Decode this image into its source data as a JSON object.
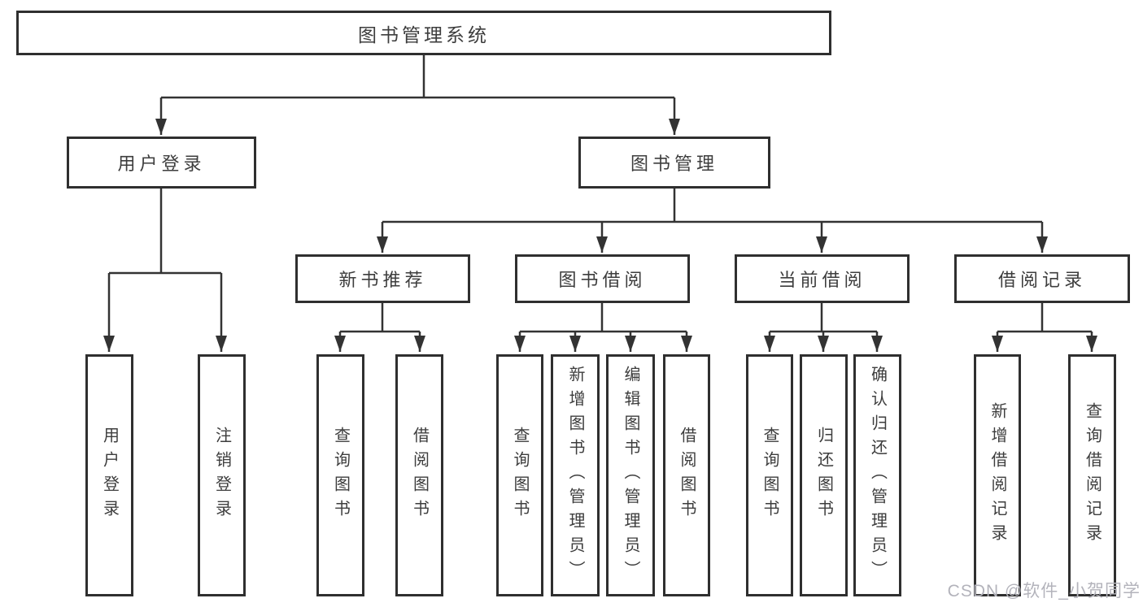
{
  "diagram": {
    "root": {
      "label": "图书管理系统"
    },
    "level2": [
      {
        "id": "user-login",
        "label": "用户登录"
      },
      {
        "id": "book-management",
        "label": "图书管理"
      }
    ],
    "level3": [
      {
        "id": "new-book-recommend",
        "label": "新书推荐",
        "parent": "图书管理"
      },
      {
        "id": "book-borrow",
        "label": "图书借阅",
        "parent": "图书管理"
      },
      {
        "id": "current-borrow",
        "label": "当前借阅",
        "parent": "图书管理"
      },
      {
        "id": "borrow-records",
        "label": "借阅记录",
        "parent": "图书管理"
      }
    ],
    "level4_groups": [
      {
        "parent": "用户登录",
        "leaves": [
          "用户登录",
          "注销登录"
        ]
      },
      {
        "parent": "新书推荐",
        "leaves": [
          "查询图书",
          "借阅图书"
        ]
      },
      {
        "parent": "图书借阅",
        "leaves": [
          "查询图书",
          "新增图书（管理员）",
          "编辑图书（管理员）",
          "借阅图书"
        ]
      },
      {
        "parent": "当前借阅",
        "leaves": [
          "查询图书",
          "归还图书",
          "确认归还（管理员）"
        ]
      },
      {
        "parent": "借阅记录",
        "leaves": [
          "新增借阅记录",
          "查询借阅记录"
        ]
      }
    ]
  },
  "watermark": {
    "text": "CSDN @软件_小贺同学"
  },
  "colors": {
    "line": "#333333",
    "box_border": "#2f2f2f",
    "box_fill": "#ffffff",
    "text": "#3d3d3d",
    "watermark": "#b3b3bb",
    "background": "#ffffff"
  }
}
